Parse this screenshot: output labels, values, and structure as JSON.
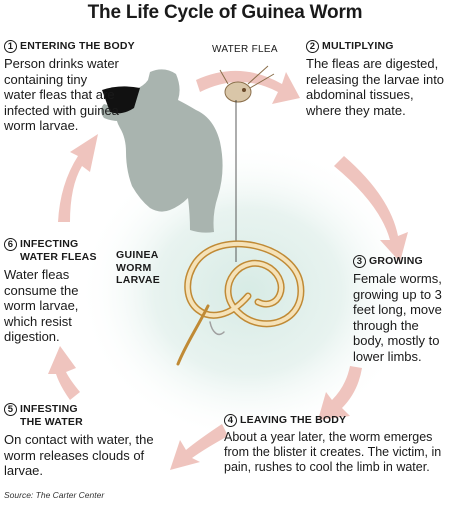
{
  "title": "The Life Cycle of Guinea Worm",
  "labels": {
    "water_flea": "WATER FLEA",
    "larvae_line1": "GUINEA",
    "larvae_line2": "WORM",
    "larvae_line3": "LARVAE"
  },
  "steps": [
    {
      "number": "1",
      "heading": "ENTERING THE BODY",
      "body": "Person drinks water containing tiny water fleas that are infected with guinea worm larvae."
    },
    {
      "number": "2",
      "heading": "MULTIPLYING",
      "body": "The fleas are digested, releasing the larvae into abdominal tissues, where they mate."
    },
    {
      "number": "3",
      "heading": "GROWING",
      "body": "Female worms, growing up to 3 feet long, move through the body, mostly to lower limbs."
    },
    {
      "number": "4",
      "heading": "LEAVING THE BODY",
      "body": "About a year later, the worm emerges from the blister it creates. The victim, in pain, rushes to cool the limb in water."
    },
    {
      "number": "5",
      "heading_line1": "INFESTING",
      "heading_line2": "THE WATER",
      "body": "On contact with water, the worm releases clouds of larvae."
    },
    {
      "number": "6",
      "heading_line1": "INFECTING",
      "heading_line2": "WATER FLEAS",
      "body": "Water fleas consume the worm larvae, which resist digestion."
    }
  ],
  "source": "Source: The Carter Center",
  "colors": {
    "arrow": "#efc4be",
    "silhouette": "#a9b4af",
    "cup": "#111111",
    "glow": "#cfe5df",
    "worm_fill": "#f0d9a8",
    "worm_stroke": "#c08a35"
  }
}
